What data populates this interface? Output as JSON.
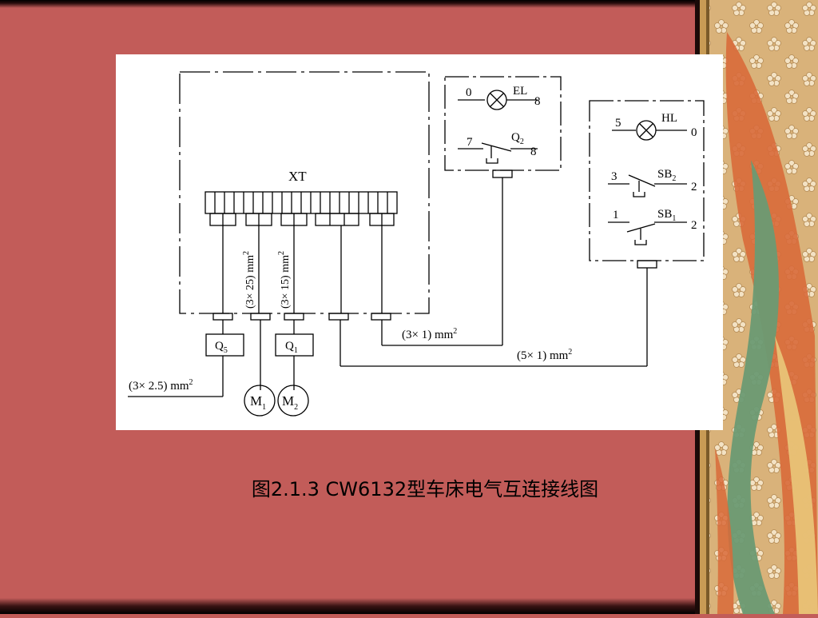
{
  "slide": {
    "caption": "图2.1.3 CW6132型车床电气互连接线图"
  },
  "diagram": {
    "xt_label": "XT",
    "el_left": "0",
    "el_label": "EL",
    "el_right": "8",
    "q2_left": "7",
    "q2_label": "Q",
    "q2_sub": "2",
    "q2_right": "8",
    "hl_left": "5",
    "hl_label": "HL",
    "hl_right": "0",
    "sb2_left": "3",
    "sb2_label": "SB",
    "sb2_sub": "2",
    "sb2_right": "2",
    "sb1_left": "1",
    "sb1_label": "SB",
    "sb1_sub": "1",
    "sb1_right": "2",
    "q5_label": "Q",
    "q5_sub": "5",
    "q1_label": "Q",
    "q1_sub": "1",
    "m1_label": "M",
    "m1_sub": "1",
    "m2_label": "M",
    "m2_sub": "2",
    "cable_25": "(3× 25) mm",
    "cable_15": "(3× 15) mm",
    "cable_3x1": "(3× 1) mm",
    "cable_5x1": "(5× 1) mm",
    "cable_25_supply": "(3× 2.5) mm",
    "sup2": "2"
  },
  "colors": {
    "background": "#c25c59",
    "panel": "#ffffff",
    "frame_gold": "#c8a25a",
    "frame_green": "#6c9a73"
  }
}
